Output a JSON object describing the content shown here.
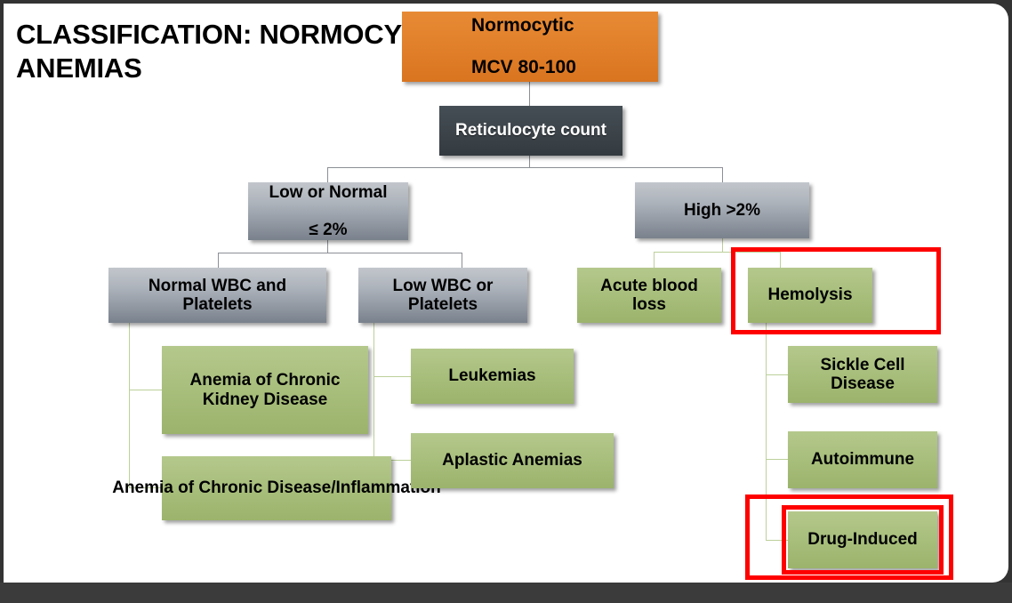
{
  "slide": {
    "title_line1": "CLASSIFICATION: NORMOCYTIC",
    "title_line2": "ANEMIAS",
    "title_full": "CLASSIFICATION: NORMOCYTIC ANEMIAS"
  },
  "colors": {
    "root_orange": "#e2812c",
    "decision_dark": "#3c444a",
    "branch_gray": "#aeb4bc",
    "leaf_green": "#a9bf7d",
    "highlight_red": "#ff0000",
    "connector_gray": "#8b8f95",
    "connector_green": "#bcd09a",
    "page_background": "#ffffff",
    "frame_dark": "#333333"
  },
  "nodes": {
    "root": {
      "line1": "Normocytic",
      "line2": "MCV 80-100"
    },
    "reticulocyte": {
      "label": "Reticulocyte count"
    },
    "low_normal": {
      "line1": "Low or Normal",
      "line2": "≤ 2%"
    },
    "high": {
      "label": "High >2%"
    },
    "normal_wbc": {
      "label": "Normal WBC and Platelets"
    },
    "low_wbc": {
      "label": "Low WBC or Platelets"
    },
    "acute_blood_loss": {
      "label": "Acute blood loss"
    },
    "hemolysis": {
      "label": "Hemolysis"
    },
    "ckd": {
      "label": "Anemia of Chronic Kidney Disease"
    },
    "acd": {
      "label": "Anemia of Chronic Disease/Inflammation"
    },
    "leukemias": {
      "label": "Leukemias"
    },
    "aplastic": {
      "label": "Aplastic Anemias"
    },
    "sickle": {
      "label": "Sickle Cell Disease"
    },
    "autoimmune": {
      "label": "Autoimmune"
    },
    "drug_induced": {
      "label": "Drug-Induced"
    }
  },
  "highlights": [
    {
      "name": "hemolysis-highlight",
      "target": "Hemolysis"
    },
    {
      "name": "drug-induced-outer-highlight",
      "target": "Drug-Induced"
    },
    {
      "name": "drug-induced-inner-highlight",
      "target": "Drug-Induced"
    }
  ]
}
